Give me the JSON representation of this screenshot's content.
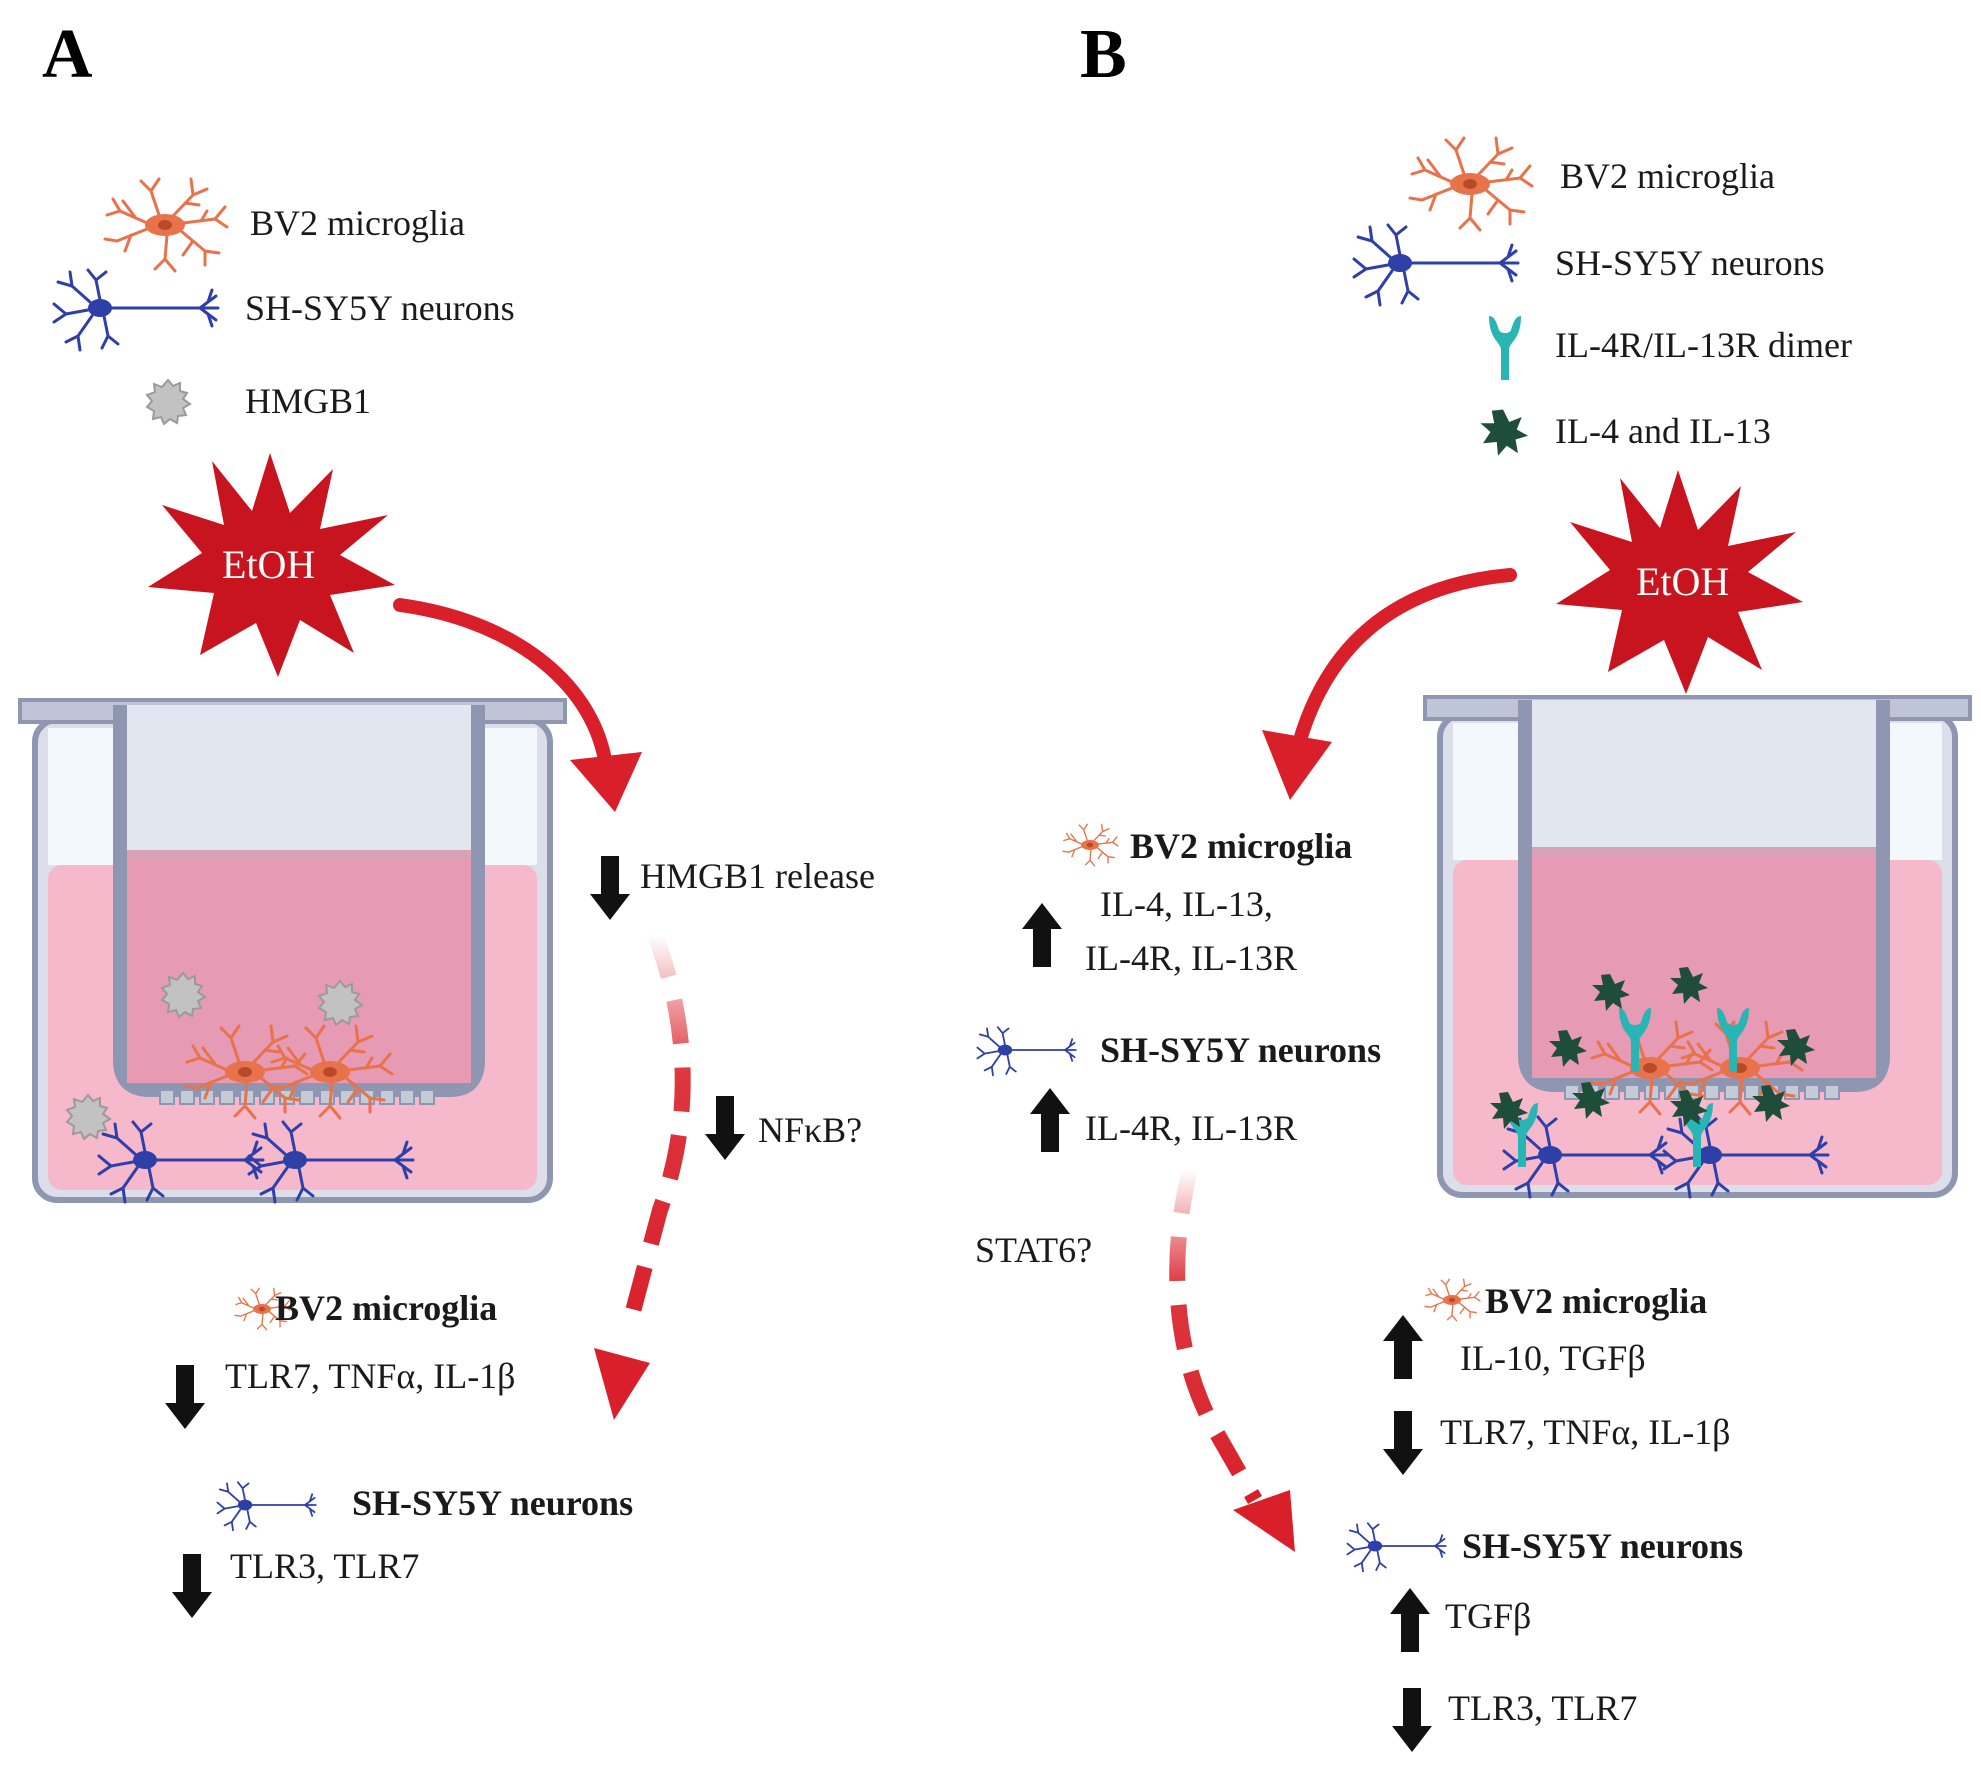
{
  "panels": {
    "a": "A",
    "b": "B"
  },
  "legend_a": {
    "microglia": "BV2 microglia",
    "neurons": "SH-SY5Y neurons",
    "hmgb1": "HMGB1"
  },
  "legend_b": {
    "microglia": "BV2 microglia",
    "neurons": "SH-SY5Y neurons",
    "dimer": "IL-4R/IL-13R dimer",
    "cytokines": "IL-4 and IL-13"
  },
  "etoh": {
    "a": "EtOH",
    "b": "EtOH"
  },
  "panel_a": {
    "hmgb1_release": "HMGB1 release",
    "nfkb": "NFκB?",
    "microglia_title": "BV2 microglia",
    "microglia_down": "TLR7, TNFα, IL-1β",
    "neurons_title": "SH-SY5Y neurons",
    "neurons_down": "TLR3, TLR7"
  },
  "panel_b": {
    "microglia_title": "BV2 microglia",
    "microglia_up_1": "IL-4, IL-13,",
    "microglia_up_2": "IL-4R, IL-13R",
    "neurons_title": "SH-SY5Y neurons",
    "neurons_up": "IL-4R, IL-13R",
    "stat6": "STAT6?",
    "result_microglia_title": "BV2 microglia",
    "result_microglia_up": "IL-10, TGFβ",
    "result_microglia_down": "TLR7, TNFα, IL-1β",
    "result_neurons_title": "SH-SY5Y neurons",
    "result_neurons_up": "TGFβ",
    "result_neurons_down": "TLR3, TLR7"
  },
  "colors": {
    "microglia": "#e8724a",
    "neuron": "#2f3fa8",
    "hmgb1": "#b5b5b5",
    "receptor": "#2ab5b5",
    "cytokine": "#1e4d3a",
    "etoh_star": "#c8141e",
    "red_arrow": "#d9202a",
    "medium": "#f6b8cb",
    "insert_medium": "#e69ab4",
    "well_wall": "#8e96b2"
  }
}
